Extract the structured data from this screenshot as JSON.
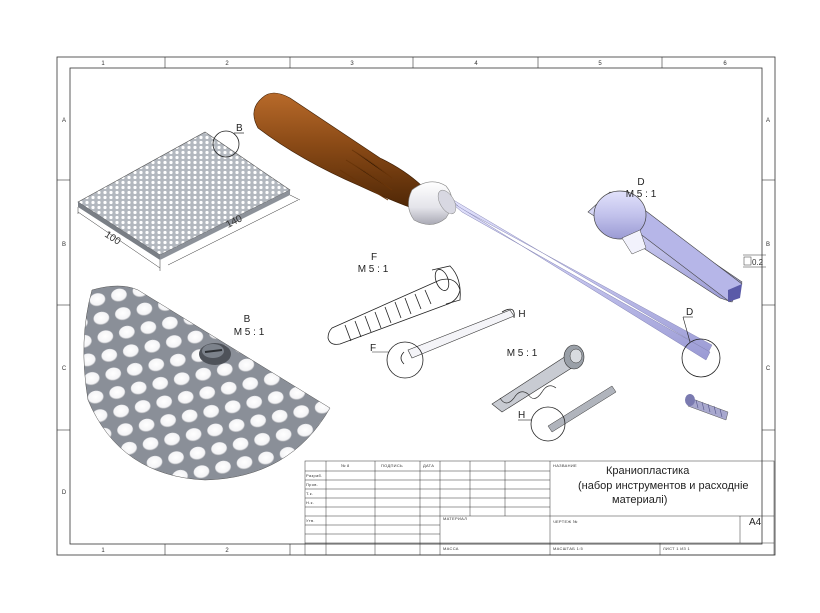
{
  "frame": {
    "zones_top": [
      "1",
      "2",
      "3",
      "4",
      "5",
      "6"
    ],
    "zones_bottom": [
      "1",
      "2"
    ],
    "zones_side": [
      "A",
      "B",
      "C",
      "D"
    ]
  },
  "views": {
    "mesh_label": "B",
    "mesh_dim_width": "100",
    "mesh_dim_length": "140",
    "detail_b_label": "B",
    "detail_b_scale": "M 5 : 1",
    "detail_d_label": "D",
    "detail_d_scale": "M 5 : 1",
    "detail_d_dim": "0.2",
    "detail_f_label": "F",
    "detail_f_scale": "M 5 : 1",
    "detail_h_label": "H",
    "detail_h_scale": "M 5 : 1",
    "callout_d": "D",
    "callout_f": "F",
    "callout_h": "H"
  },
  "title_block": {
    "hdr_n": "№ 8",
    "hdr_sign": "ПОДПИСЬ",
    "hdr_date": "ДАТА",
    "row_develop": "Разраб.",
    "row_check": "Пров.",
    "row_tcontrol": "Т.к.",
    "row_ncontrol": "Н.к.",
    "row_approve": "Утв.",
    "name_label": "НАЗВАНИЕ",
    "title_line1": "Краниопластика",
    "title_line2": "(набор инструментов и расходніе",
    "title_line3": "материалі)",
    "drawing_no_label": "ЧЕРТЕЖ №",
    "material_label": "МАТЕРИАЛ",
    "mass_label": "МАССА",
    "scale_label": "МАСШТАБ 1:5",
    "sheet_label": "ЛИСТ 1 ИЗ 1",
    "format": "A4"
  },
  "colors": {
    "handle_brown": "#8a4a16",
    "handle_dark": "#5c2e08",
    "shaft_lavender": "#c7c7ee",
    "collar_white": "#f1f1f4",
    "mesh_grey": "#9aa0a8",
    "line": "#333333"
  }
}
